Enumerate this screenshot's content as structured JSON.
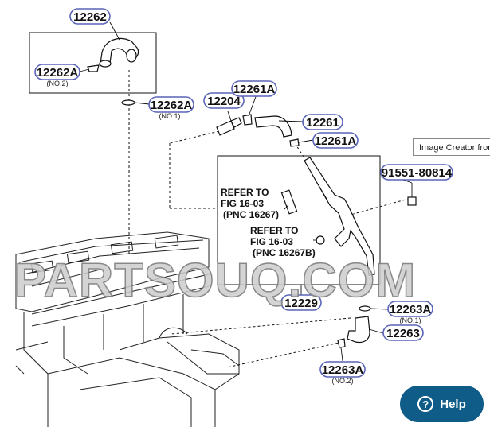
{
  "parts": {
    "p12262": "12262",
    "p12262A_no2": "12262A",
    "p12262A_no2_sub": "(NO.2)",
    "p12262A_no1": "12262A",
    "p12262A_no1_sub": "(NO.1)",
    "p12204": "12204",
    "p12261A_top": "12261A",
    "p12261": "12261",
    "p12261A_bottom": "12261A",
    "p91551": "91551-80814",
    "p12229": "12229",
    "p12263A_no1": "12263A",
    "p12263A_no1_sub": "(NO.1)",
    "p12263": "12263",
    "p12263A_no2": "12263A",
    "p12263A_no2_sub": "(NO.2)"
  },
  "references": {
    "ref1": [
      "REFER TO",
      "FIG 16-03",
      "(PNC 16267)"
    ],
    "ref2": [
      "REFER TO",
      "FIG 16-03",
      "(PNC 16267B)"
    ]
  },
  "watermark": "PARTSOUQ.COM",
  "tooltip": "Image Creator from",
  "help": {
    "label": "Help",
    "icon": "?"
  },
  "colors": {
    "pill_border": "#5a64b8",
    "help_bg": "#0f5c88"
  }
}
